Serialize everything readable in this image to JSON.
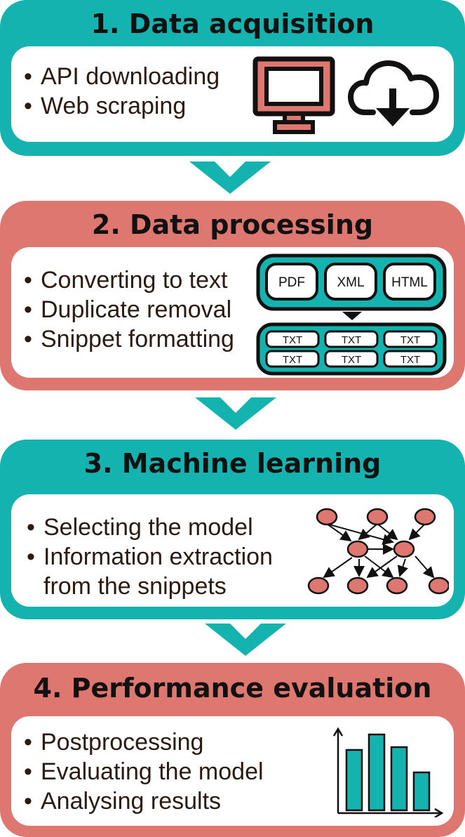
{
  "colors": {
    "teal": "#14b3b0",
    "salmon": "#dd7770",
    "dark_outline": "#111111",
    "text": "#2b1a10"
  },
  "stages": [
    {
      "title": "1. Data acquisition",
      "color": "teal",
      "items": [
        "API downloading",
        "Web scraping"
      ],
      "icons": [
        "computer-monitor-icon",
        "cloud-download-icon"
      ]
    },
    {
      "title": "2. Data processing",
      "color": "salmon",
      "items": [
        "Converting to text",
        "Duplicate removal",
        "Snippet formatting"
      ],
      "icons": [
        "file-conversion-icon"
      ],
      "conversion": {
        "inputs": [
          "PDF",
          "XML",
          "HTML"
        ],
        "outputs": [
          "TXT",
          "TXT",
          "TXT",
          "TXT",
          "TXT",
          "TXT"
        ]
      }
    },
    {
      "title": "3. Machine learning",
      "color": "teal",
      "items": [
        "Selecting the model",
        "Information extraction",
        "from the snippets"
      ],
      "icons": [
        "neural-network-icon"
      ]
    },
    {
      "title": "4. Performance evaluation",
      "color": "salmon",
      "items": [
        "Postprocessing",
        "Evaluating the model",
        "Analysing results"
      ],
      "icons": [
        "bar-chart-icon"
      ]
    }
  ],
  "bullet_symbol": "•"
}
